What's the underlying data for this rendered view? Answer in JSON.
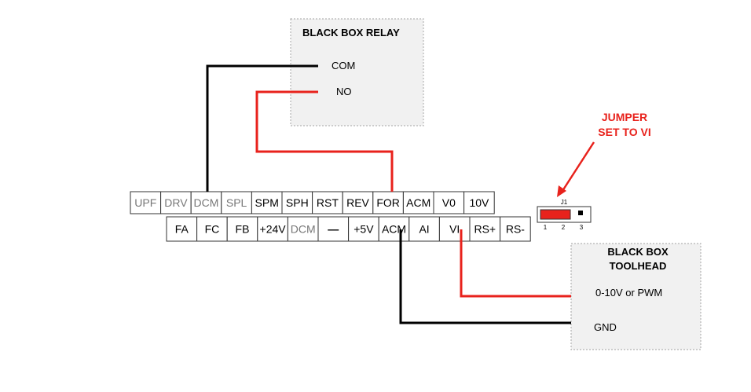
{
  "relay": {
    "title": "BLACK BOX RELAY",
    "com_label": "COM",
    "no_label": "NO"
  },
  "toolhead": {
    "title_line1": "BLACK BOX",
    "title_line2": "TOOLHEAD",
    "signal_label": "0-10V or PWM",
    "gnd_label": "GND"
  },
  "jumper": {
    "label_line1": "JUMPER",
    "label_line2": "SET TO VI",
    "name": "J1",
    "pins": [
      "1",
      "2",
      "3"
    ]
  },
  "terminals": {
    "top_row": [
      {
        "label": "UPF",
        "dim": true
      },
      {
        "label": "DRV",
        "dim": true
      },
      {
        "label": "DCM",
        "dim": true
      },
      {
        "label": "SPL",
        "dim": true
      },
      {
        "label": "SPM",
        "dim": false
      },
      {
        "label": "SPH",
        "dim": false
      },
      {
        "label": "RST",
        "dim": false
      },
      {
        "label": "REV",
        "dim": false
      },
      {
        "label": "FOR",
        "dim": false
      },
      {
        "label": "ACM",
        "dim": false
      },
      {
        "label": "V0",
        "dim": false
      },
      {
        "label": "10V",
        "dim": false
      }
    ],
    "bottom_row": [
      {
        "label": "FA",
        "dim": false
      },
      {
        "label": "FC",
        "dim": false
      },
      {
        "label": "FB",
        "dim": false
      },
      {
        "label": "+24V",
        "dim": false
      },
      {
        "label": "DCM",
        "dim": true
      },
      {
        "label": "—",
        "dim": false
      },
      {
        "label": "+5V",
        "dim": false
      },
      {
        "label": "ACM",
        "dim": false
      },
      {
        "label": "AI",
        "dim": false
      },
      {
        "label": "VI",
        "dim": false
      },
      {
        "label": "RS+",
        "dim": false
      },
      {
        "label": "RS-",
        "dim": false
      }
    ]
  },
  "colors": {
    "wire_red": "#e8221c",
    "wire_black": "#000000",
    "box_fill": "#f1f1f1"
  }
}
